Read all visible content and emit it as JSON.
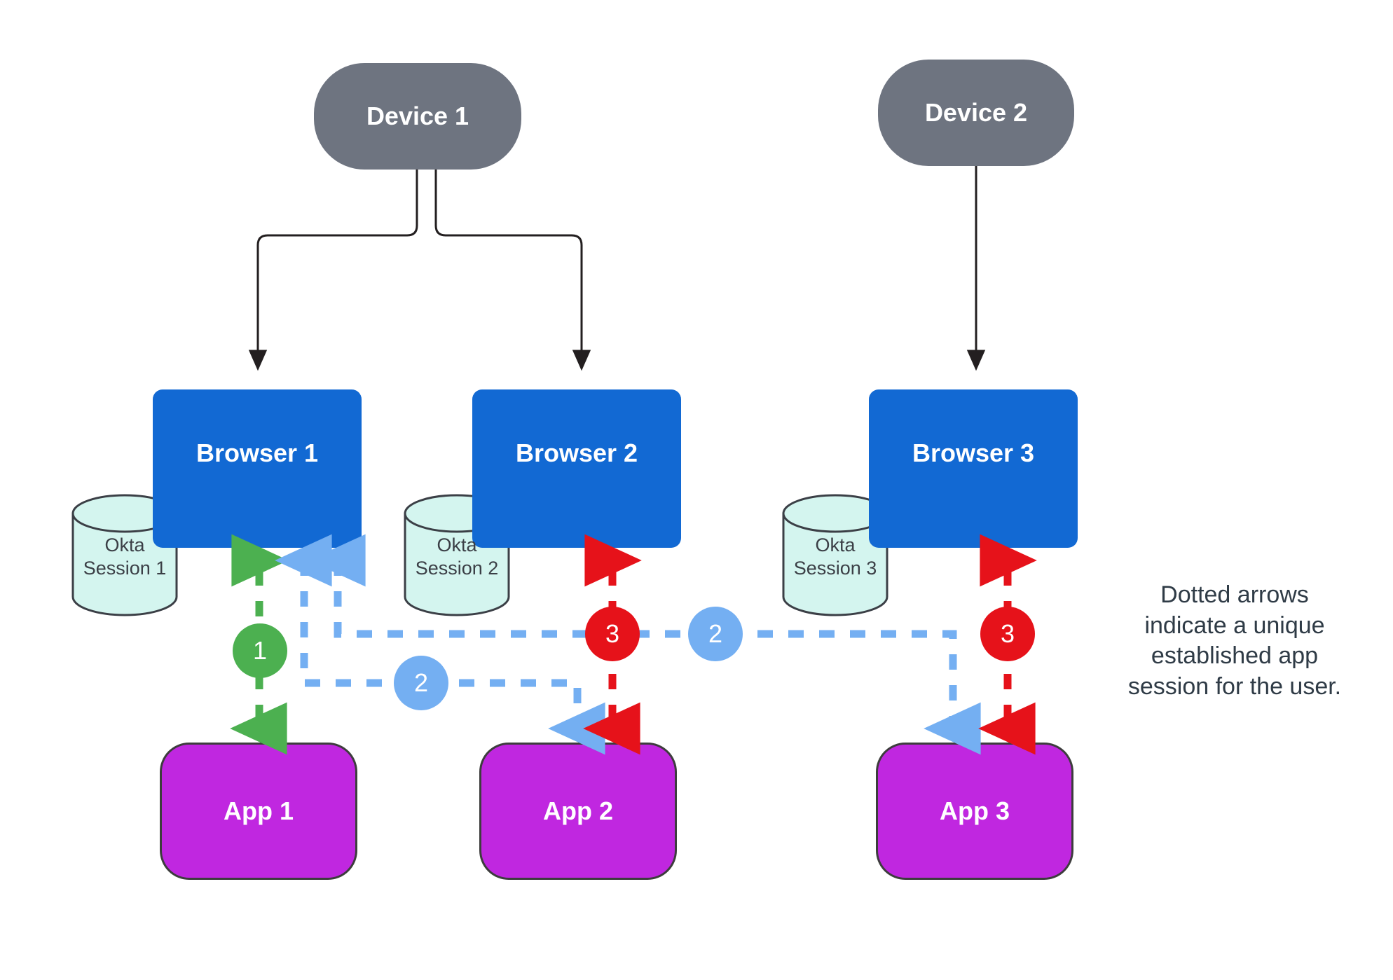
{
  "diagram": {
    "title_text_present": false,
    "caption": "Dotted arrows\nindicate a unique\nestablished app\nsession for the user.",
    "colors": {
      "device": "#6e7480",
      "browser": "#1269d3",
      "app": "#c027e0",
      "session_cylinder": "#d4f5ef",
      "cylinder_stroke": "#3b3f46",
      "connector": "#231f20",
      "flow_green": "#4cb050",
      "flow_blue": "#74aff2",
      "flow_red": "#e6121a",
      "caption_text": "#2f3b46"
    },
    "devices": [
      {
        "id": "device-1",
        "label": "Device 1"
      },
      {
        "id": "device-2",
        "label": "Device 2"
      }
    ],
    "browsers": [
      {
        "id": "browser-1",
        "label": "Browser 1"
      },
      {
        "id": "browser-2",
        "label": "Browser 2"
      },
      {
        "id": "browser-3",
        "label": "Browser 3"
      }
    ],
    "sessions": [
      {
        "id": "okta-session-1",
        "line1": "Okta",
        "line2": "Session 1"
      },
      {
        "id": "okta-session-2",
        "line1": "Okta",
        "line2": "Session 2"
      },
      {
        "id": "okta-session-3",
        "line1": "Okta",
        "line2": "Session 3"
      }
    ],
    "apps": [
      {
        "id": "app-1",
        "label": "App 1"
      },
      {
        "id": "app-2",
        "label": "App 2"
      },
      {
        "id": "app-3",
        "label": "App 3"
      }
    ],
    "badges": [
      {
        "id": "badge-green-1",
        "label": "1",
        "color": "#4cb050"
      },
      {
        "id": "badge-blue-2-lower",
        "label": "2",
        "color": "#74aff2"
      },
      {
        "id": "badge-red-3-left",
        "label": "3",
        "color": "#e6121a"
      },
      {
        "id": "badge-blue-2-upper",
        "label": "2",
        "color": "#74aff2"
      },
      {
        "id": "badge-red-3-right",
        "label": "3",
        "color": "#e6121a"
      }
    ],
    "connections": [
      {
        "from": "device-1",
        "to": "browser-1",
        "style": "solid",
        "color": "#231f20"
      },
      {
        "from": "device-1",
        "to": "browser-2",
        "style": "solid",
        "color": "#231f20"
      },
      {
        "from": "device-2",
        "to": "browser-3",
        "style": "solid",
        "color": "#231f20"
      },
      {
        "from": "browser-1",
        "to": "app-1",
        "style": "dashed",
        "color": "#4cb050",
        "badge": "1"
      },
      {
        "from": "app-1",
        "to": "browser-1",
        "style": "dashed",
        "color": "#4cb050"
      },
      {
        "from": "browser-1",
        "to": "app-2",
        "style": "dashed",
        "color": "#74aff2",
        "badge": "2"
      },
      {
        "from": "browser-1",
        "to": "app-3",
        "style": "dashed",
        "color": "#74aff2",
        "badge": "2"
      },
      {
        "from": "browser-2",
        "to": "app-2",
        "style": "dashed",
        "color": "#e6121a",
        "badge": "3"
      },
      {
        "from": "browser-3",
        "to": "app-3",
        "style": "dashed",
        "color": "#e6121a",
        "badge": "3"
      }
    ]
  }
}
